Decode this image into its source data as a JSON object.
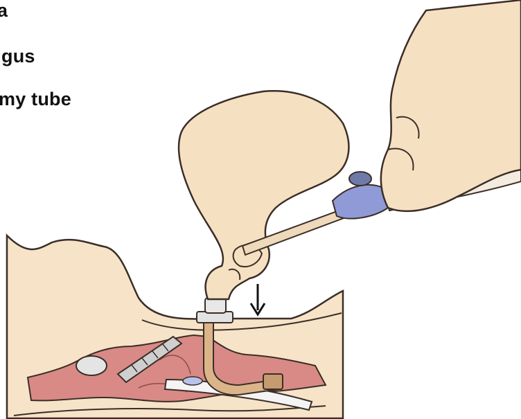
{
  "labels": {
    "line1": "a",
    "line2": "gus",
    "line3": "my tube"
  },
  "colors": {
    "background": "#ffffff",
    "skin": "#f6e0c2",
    "outline": "#3a2e27",
    "tissue_pink": "#d98a86",
    "tube": "#d9b48a",
    "connector_blue": "#8f9ad6",
    "gauze": "#d8d8d8"
  },
  "icons": {
    "arrow": "down-arrow-icon"
  }
}
